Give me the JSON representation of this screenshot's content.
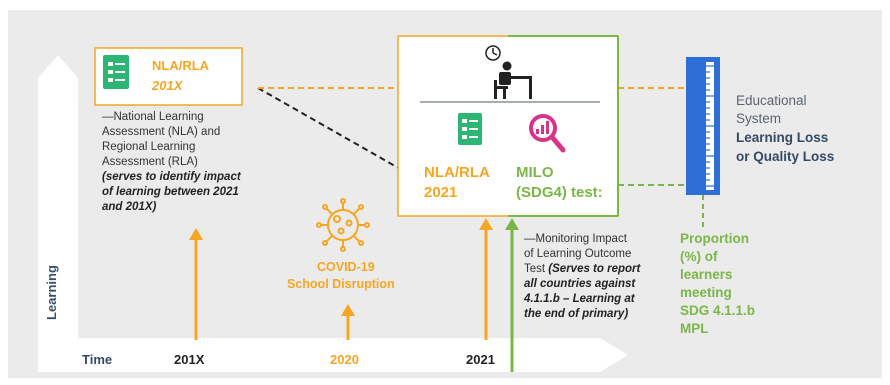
{
  "axis": {
    "y_label": "Learning",
    "x_label": "Time",
    "ticks": [
      "201X",
      "2020",
      "2021"
    ]
  },
  "nla_box": {
    "title": "NLA/RLA",
    "year": "201X",
    "desc_lines": [
      "—National Learning",
      "Assessment (NLA) and",
      "Regional Learning",
      "Assessment (RLA)"
    ],
    "note_lines": [
      "(serves to identify impact",
      "of learning between 2021",
      "and 201X)"
    ]
  },
  "covid": {
    "line1": "COVID-19",
    "line2": "School Disruption"
  },
  "center_box": {
    "nla_title": "NLA/RLA",
    "nla_year": "2021",
    "milo_line1": "MILO",
    "milo_line2": "(SDG4) test:"
  },
  "milo_desc": {
    "lines": [
      "—Monitoring Impact",
      "of Learning Outcome",
      "Test"
    ],
    "note_inline": "(Serves to report",
    "note_lines": [
      "all countries against",
      "4.1.1.b – Learning at",
      "the end of primary)"
    ]
  },
  "right_panel": {
    "system_line1": "Educational",
    "system_line2": "System",
    "loss_line1": "Learning Loss",
    "loss_line2": "or Quality Loss",
    "proportion_lines": [
      "Proportion",
      "(%) of",
      "learners",
      "meeting",
      "SDG 4.1.1.b",
      "MPL"
    ]
  },
  "colors": {
    "orange": "#f5a623",
    "green": "#7ab648",
    "navy": "#344a66",
    "blue_ruler": "#2d6fd6",
    "arrow_white": "#ffffff"
  },
  "icons": [
    "checklist-icon",
    "clock-icon",
    "student-desk-icon",
    "magnifier-chart-icon",
    "virus-icon",
    "ruler-icon"
  ]
}
